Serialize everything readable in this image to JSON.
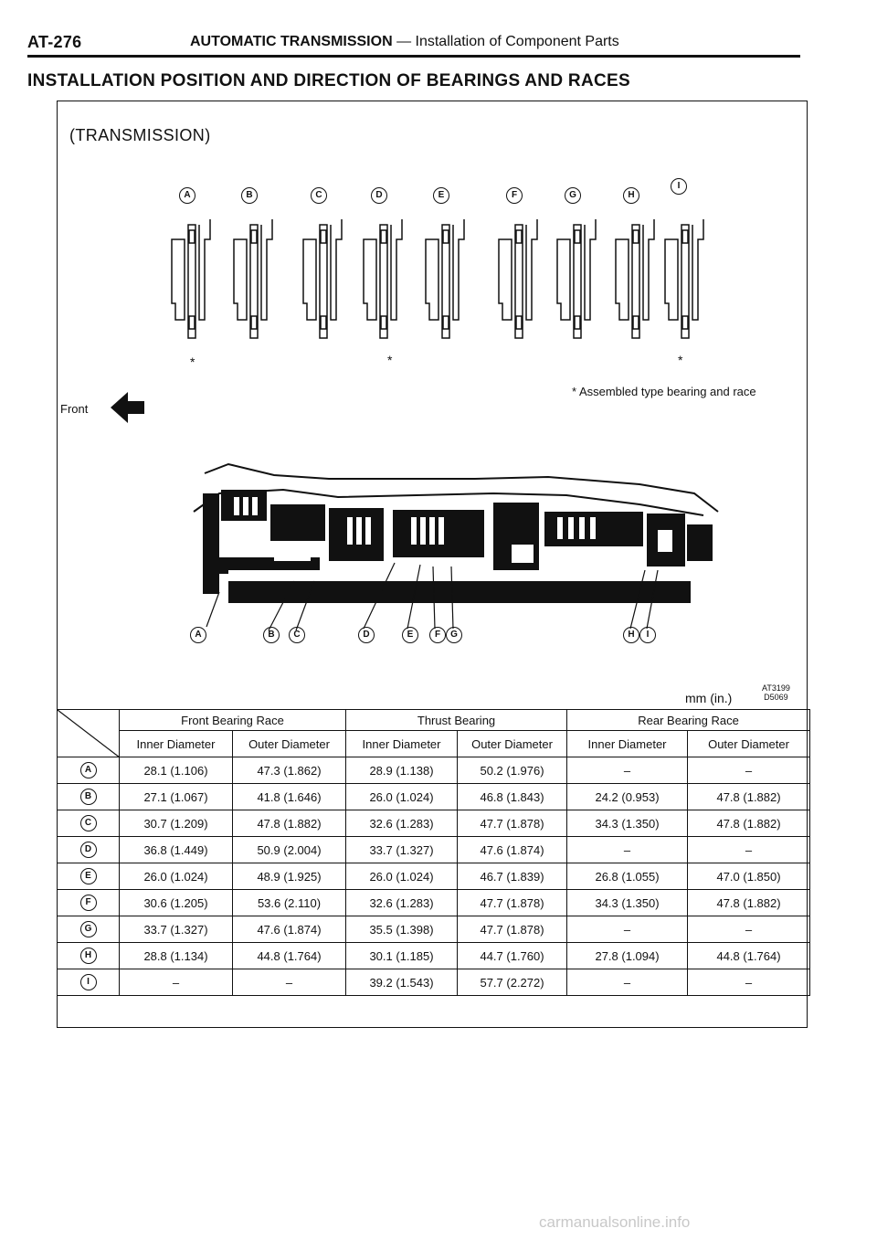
{
  "header": {
    "page": "AT-276",
    "section_bold": "AUTOMATIC TRANSMISSION",
    "section_rest": " — Installation of Component Parts"
  },
  "title": "INSTALLATION POSITION AND DIRECTION OF BEARINGS AND RACES",
  "subtitle": "(TRANSMISSION)",
  "bearing_labels": [
    "A",
    "B",
    "C",
    "D",
    "E",
    "F",
    "G",
    "H",
    "I"
  ],
  "assembled_marker": "*",
  "note": "* Assembled type bearing and race",
  "front_label": "Front",
  "unit": "mm (in.)",
  "figure_codes": [
    "AT3199",
    "D5069"
  ],
  "table": {
    "groups": [
      "Front Bearing Race",
      "Thrust Bearing",
      "Rear Bearing Race"
    ],
    "subheaders": [
      "Inner Diameter",
      "Outer Diameter",
      "Inner Diameter",
      "Outer Diameter",
      "Inner Diameter",
      "Outer Diameter"
    ],
    "rows": [
      {
        "label": "A",
        "cells": [
          "28.1 (1.106)",
          "47.3 (1.862)",
          "28.9 (1.138)",
          "50.2 (1.976)",
          "–",
          "–"
        ]
      },
      {
        "label": "B",
        "cells": [
          "27.1 (1.067)",
          "41.8 (1.646)",
          "26.0 (1.024)",
          "46.8 (1.843)",
          "24.2 (0.953)",
          "47.8 (1.882)"
        ]
      },
      {
        "label": "C",
        "cells": [
          "30.7 (1.209)",
          "47.8 (1.882)",
          "32.6 (1.283)",
          "47.7 (1.878)",
          "34.3 (1.350)",
          "47.8 (1.882)"
        ]
      },
      {
        "label": "D",
        "cells": [
          "36.8 (1.449)",
          "50.9 (2.004)",
          "33.7 (1.327)",
          "47.6 (1.874)",
          "–",
          "–"
        ]
      },
      {
        "label": "E",
        "cells": [
          "26.0 (1.024)",
          "48.9 (1.925)",
          "26.0 (1.024)",
          "46.7 (1.839)",
          "26.8 (1.055)",
          "47.0 (1.850)"
        ]
      },
      {
        "label": "F",
        "cells": [
          "30.6 (1.205)",
          "53.6 (2.110)",
          "32.6 (1.283)",
          "47.7 (1.878)",
          "34.3 (1.350)",
          "47.8 (1.882)"
        ]
      },
      {
        "label": "G",
        "cells": [
          "33.7 (1.327)",
          "47.6 (1.874)",
          "35.5 (1.398)",
          "47.7 (1.878)",
          "–",
          "–"
        ]
      },
      {
        "label": "H",
        "cells": [
          "28.8 (1.134)",
          "44.8 (1.764)",
          "30.1 (1.185)",
          "44.7 (1.760)",
          "27.8 (1.094)",
          "44.8 (1.764)"
        ]
      },
      {
        "label": "I",
        "cells": [
          "–",
          "–",
          "39.2 (1.543)",
          "57.7 (2.272)",
          "–",
          "–"
        ]
      }
    ]
  },
  "watermark": "carmanualsonline.info"
}
